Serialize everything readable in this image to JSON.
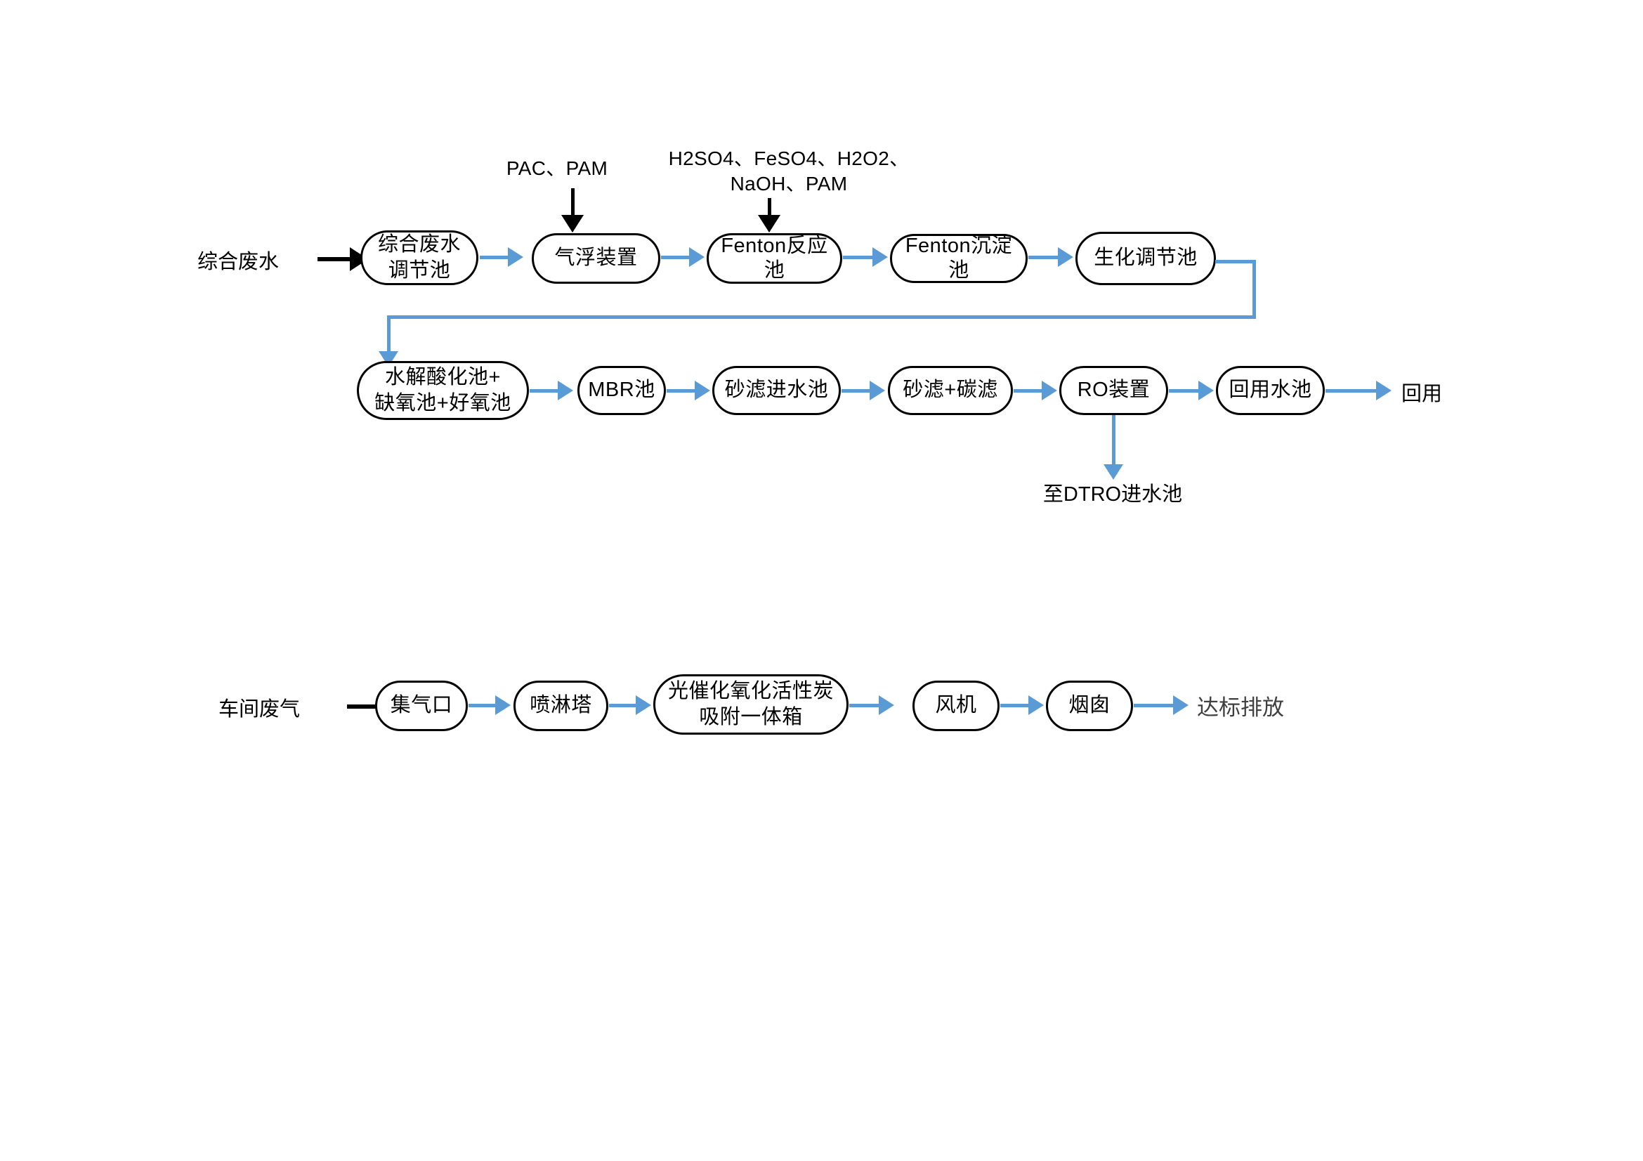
{
  "diagram": {
    "title": "废水与废气处理工艺流程图",
    "colors": {
      "flow_arrow": "#5b9bd5",
      "input_arrow": "#000000",
      "node_border": "#000000",
      "node_fill": "#ffffff",
      "text": "#000000",
      "terminal_text": "#3f3f3f"
    }
  },
  "wastewater_line": {
    "inlet_label": "综合废水",
    "dosing_labels": [
      {
        "id": "dosing-flotation",
        "text": "PAC、PAM"
      },
      {
        "id": "dosing-fenton",
        "text": "H2SO4、FeSO4、H2O2、\nNaOH、PAM"
      }
    ],
    "row1_nodes": [
      {
        "id": "node-comprehensive-wastewater-tank",
        "label": "综合废水\n调节池"
      },
      {
        "id": "node-air-flotation-unit",
        "label": "气浮装置"
      },
      {
        "id": "node-fenton-reactor",
        "label": "Fenton反应池"
      },
      {
        "id": "node-fenton-sedimentation-tank",
        "label": "Fenton沉淀池"
      },
      {
        "id": "node-biochemical-regulating-tank",
        "label": "生化调节池"
      }
    ],
    "row2_nodes": [
      {
        "id": "node-hydrolysis-anoxic-aerobic",
        "label": "水解酸化池+\n缺氧池+好氧池"
      },
      {
        "id": "node-mbr-tank",
        "label": "MBR池"
      },
      {
        "id": "node-sand-filter-influent-tank",
        "label": "砂滤进水池"
      },
      {
        "id": "node-sand-carbon-filter",
        "label": "砂滤+碳滤"
      },
      {
        "id": "node-ro-unit",
        "label": "RO装置"
      },
      {
        "id": "node-reuse-water-tank",
        "label": "回用水池"
      }
    ],
    "outlet_label": "回用",
    "branch_label": "至DTRO进水池"
  },
  "waste_gas_line": {
    "inlet_label": "车间废气",
    "nodes": [
      {
        "id": "node-gas-collection-port",
        "label": "集气口"
      },
      {
        "id": "node-spray-tower",
        "label": "喷淋塔"
      },
      {
        "id": "node-photocatalytic-carbon-box",
        "label": "光催化氧化活性炭\n吸附一体箱"
      },
      {
        "id": "node-fan",
        "label": "风机"
      },
      {
        "id": "node-chimney",
        "label": "烟囱"
      }
    ],
    "outlet_label": "达标排放"
  }
}
